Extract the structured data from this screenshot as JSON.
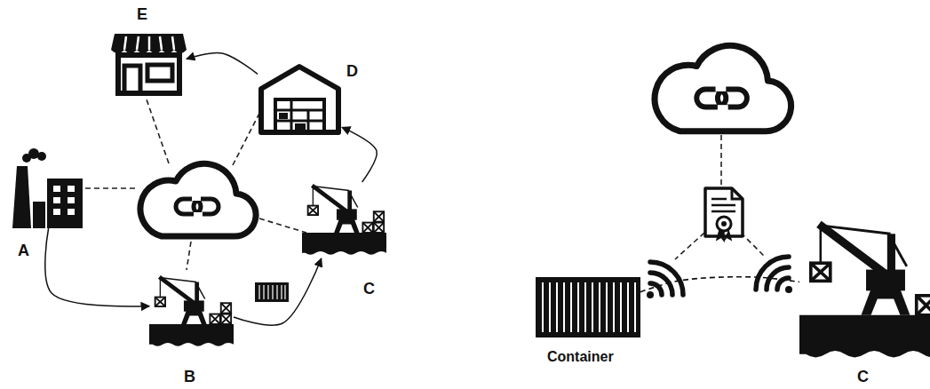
{
  "diagram": {
    "nodes": [
      {
        "text": [
          "A"
        ]
      },
      {
        "text": [
          "B"
        ]
      },
      {
        "text": [
          "C"
        ]
      },
      {
        "text": [
          "D"
        ]
      },
      {
        "text": [
          "E"
        ]
      },
      {
        "text": [
          "Container"
        ]
      },
      {
        "text": [
          "C"
        ]
      }
    ],
    "edges": [
      {
        "from": 0,
        "to": 1,
        "arrow": "to"
      },
      {
        "from": 1,
        "to": 2,
        "arrow": "to"
      },
      {
        "from": 2,
        "to": 3,
        "arrow": "to"
      },
      {
        "from": 3,
        "to": 4,
        "arrow": "to"
      },
      {
        "from": 5,
        "to": 6,
        "arrow": "none"
      }
    ]
  }
}
